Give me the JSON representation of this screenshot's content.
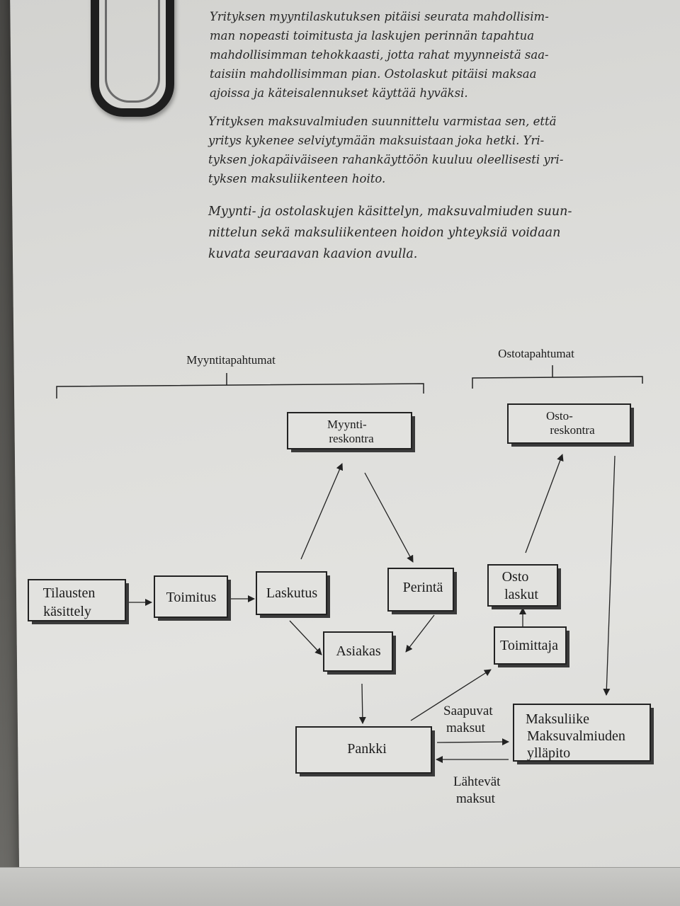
{
  "paragraphs": [
    {
      "lines": [
        "Yrityksen myyntilaskutuksen pitäisi seurata mahdollisim-",
        "man nopeasti toimitusta ja laskujen perinnän tapahtua",
        "mahdollisimman tehokkaasti, jotta rahat myynneistä saa-",
        "taisiin mahdollisimman pian. Ostolaskut pitäisi maksaa",
        "ajoissa ja käteisalennukset käyttää hyväksi."
      ]
    },
    {
      "lines": [
        "Yrityksen maksuvalmiuden suunnittelu varmistaa sen, että",
        "yritys kykenee selviytymään maksuistaan joka hetki. Yri-",
        "tyksen jokapäiväiseen rahankäyttöön kuuluu oleellisesti yri-",
        "tyksen maksuliikenteen hoito."
      ]
    },
    {
      "lines": [
        "Myynti- ja ostolaskujen käsittelyn, maksuvalmiuden suun-",
        "nittelun sekä maksuliikenteen hoidon yhteyksiä voidaan",
        "kuvata seuraavan kaavion avulla."
      ]
    }
  ],
  "diagram": {
    "groups": {
      "sales": "Myyntitapahtumat",
      "purchases": "Ostotapahtumat"
    },
    "nodes": {
      "myyntireskontra": [
        "Myynti-",
        "reskontra"
      ],
      "ostoreskontra": [
        "Osto-",
        "reskontra"
      ],
      "tilausten_kasittely": [
        "Tilausten",
        "käsittely"
      ],
      "toimitus": [
        "Toimitus"
      ],
      "laskutus": [
        "Laskutus"
      ],
      "perinta": [
        "Perintä"
      ],
      "ostolaskut": [
        "Osto",
        "laskut"
      ],
      "asiakas": [
        "Asiakas"
      ],
      "toimittaja": [
        "Toimittaja"
      ],
      "pankki": [
        "Pankki"
      ],
      "maksuliike": [
        "Maksuliike",
        "Maksuvalmiuden",
        "ylläpito"
      ]
    },
    "edge_labels": {
      "incoming": [
        "Saapuvat",
        "maksut"
      ],
      "outgoing": [
        "Lähtevät",
        "maksut"
      ]
    }
  }
}
